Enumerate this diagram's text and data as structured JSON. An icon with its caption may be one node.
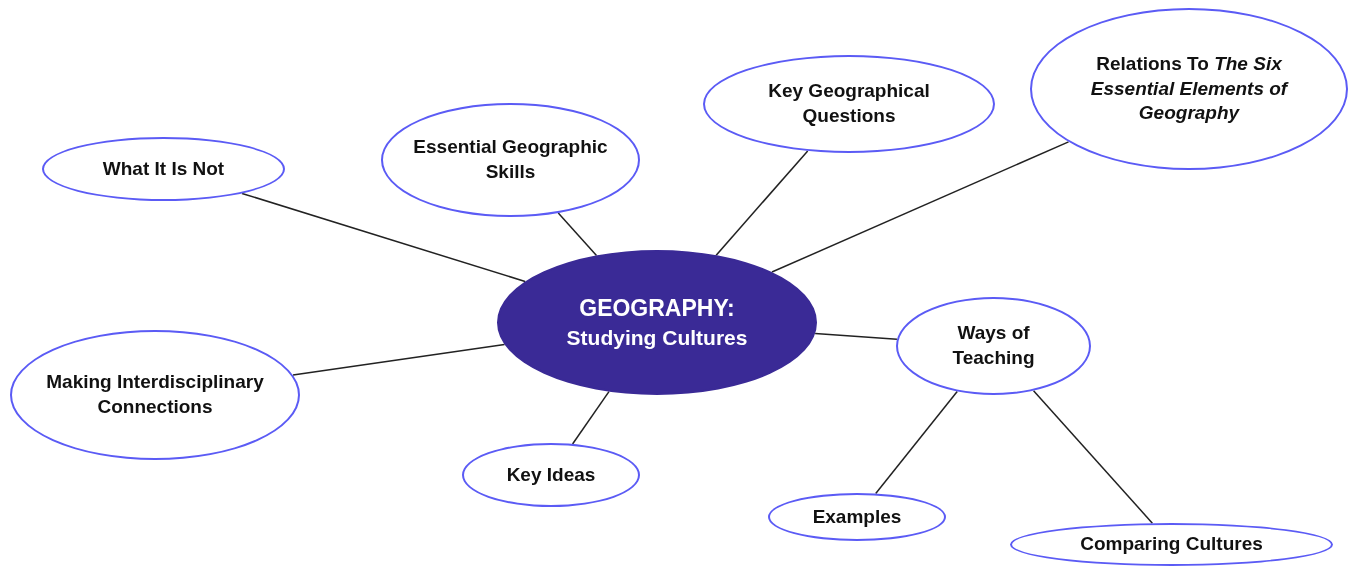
{
  "diagram": {
    "nodes": [
      {
        "text": [
          "GEOGRAPHY:",
          "Studying Cultures"
        ]
      },
      {
        "text": [
          "What It Is Not"
        ]
      },
      {
        "text": [
          "Essential Geographic Skills"
        ]
      },
      {
        "text": [
          "Key Geographical Questions"
        ]
      },
      {
        "text": [
          "Relations To *The Six Essential Elements of Geography*"
        ]
      },
      {
        "text": [
          "Making Interdisciplinary Connections"
        ]
      },
      {
        "text": [
          "Key Ideas"
        ]
      },
      {
        "text": [
          "Ways of Teaching"
        ]
      },
      {
        "text": [
          "Examples"
        ]
      },
      {
        "text": [
          "Comparing Cultures"
        ]
      }
    ],
    "edges": [
      {
        "from": 0,
        "to": 1,
        "arrow": "none"
      },
      {
        "from": 0,
        "to": 2,
        "arrow": "none"
      },
      {
        "from": 0,
        "to": 3,
        "arrow": "none"
      },
      {
        "from": 0,
        "to": 4,
        "arrow": "none"
      },
      {
        "from": 0,
        "to": 5,
        "arrow": "none"
      },
      {
        "from": 0,
        "to": 6,
        "arrow": "none"
      },
      {
        "from": 0,
        "to": 7,
        "arrow": "none"
      },
      {
        "from": 7,
        "to": 8,
        "arrow": "none"
      },
      {
        "from": 7,
        "to": 9,
        "arrow": "none"
      }
    ]
  }
}
